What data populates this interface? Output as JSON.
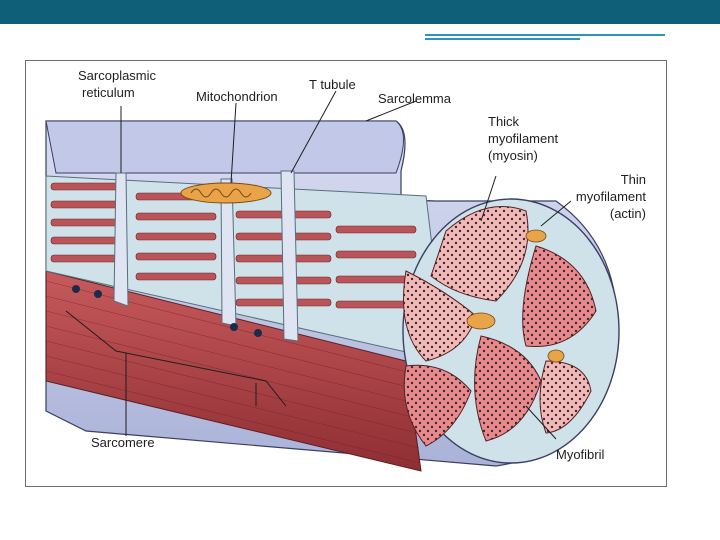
{
  "colors": {
    "header_bar": "#0f5f78",
    "header_accent": "#2d95b7",
    "sarcolemma": "#c9cfea",
    "reticulum": "#cfe2ea",
    "myofibril": "#b5484c",
    "myofibril_face": "#f2b8b8",
    "mitochondrion": "#e9a44a"
  },
  "labels": {
    "sarcoplasmic_reticulum": [
      "Sarcoplasmic",
      "reticulum"
    ],
    "mitochondrion": "Mitochondrion",
    "t_tubule": "T tubule",
    "sarcolemma": "Sarcolemma",
    "thick_myofilament": [
      "Thick",
      "myofilament",
      "(myosin)"
    ],
    "thin_myofilament": [
      "Thin",
      "myofilament",
      "(actin)"
    ],
    "sarcomere": "Sarcomere",
    "myofibril": "Myofibril"
  }
}
